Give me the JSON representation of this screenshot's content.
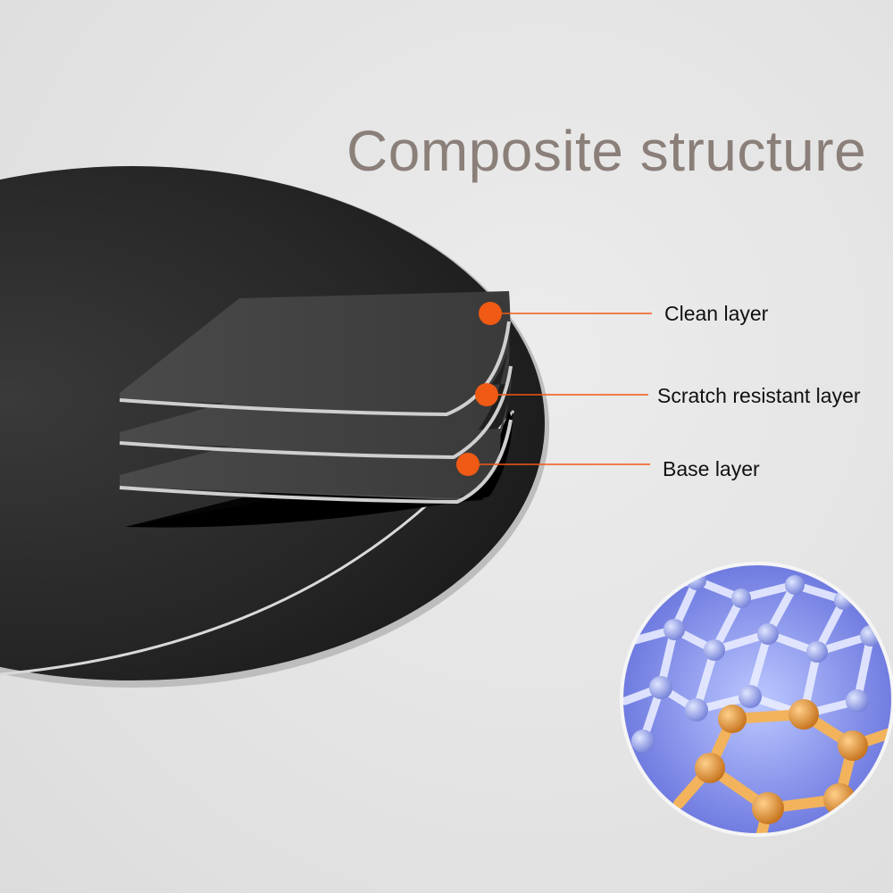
{
  "title": "Composite structure",
  "layers": [
    {
      "label": "Clean layer"
    },
    {
      "label": "Scratch resistant layer"
    },
    {
      "label": "Base layer"
    }
  ],
  "colors": {
    "title": "#8b7f79",
    "callout": "#f05a14",
    "disc": "#2b2b2b",
    "molecule_blue": "#7b86e6",
    "molecule_orange": "#d98a2a"
  },
  "icons": [
    "pan-disc-illustration",
    "layer-sheets",
    "molecule-lattice"
  ]
}
